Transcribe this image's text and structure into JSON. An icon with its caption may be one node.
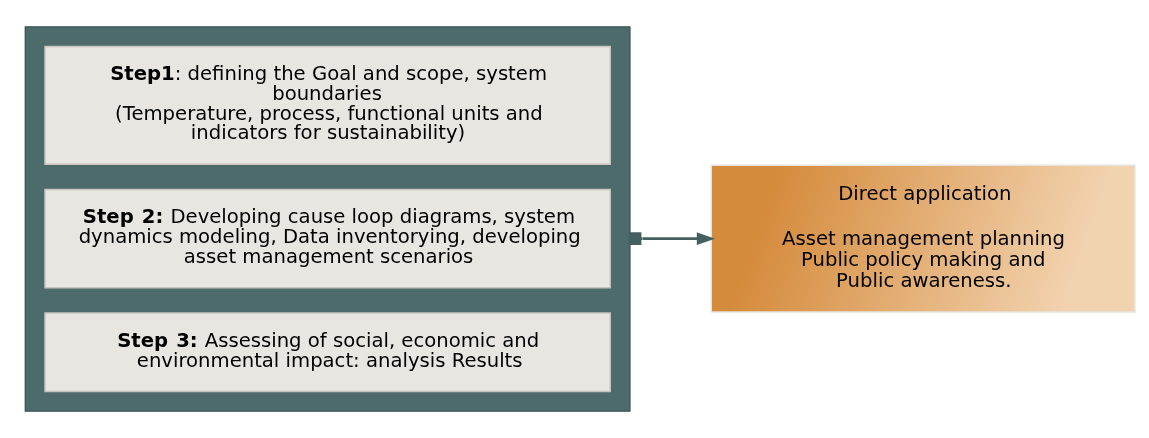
{
  "diagram": {
    "nodes": [
      {
        "text": [],
        "shape": "box"
      },
      {
        "text": [
          "**Step1**: defining the Goal and scope, system boundaries",
          "(Temperature, process, functional units and indicators for sustainability)"
        ],
        "in": 0
      },
      {
        "text": [
          "**Step 2:** Developing cause loop diagrams, system dynamics modeling, Data inventorying, developing asset management scenarios"
        ],
        "in": 0
      },
      {
        "text": [
          "**Step 3:** Assessing of social, economic and environmental impact: analysis Results"
        ],
        "in": 0
      },
      {
        "text": [
          "Direct application",
          "Asset management planning Public policy making and Public awareness."
        ]
      }
    ],
    "edges": [
      {
        "from": 0,
        "to": 4,
        "arrow": "to"
      }
    ]
  }
}
